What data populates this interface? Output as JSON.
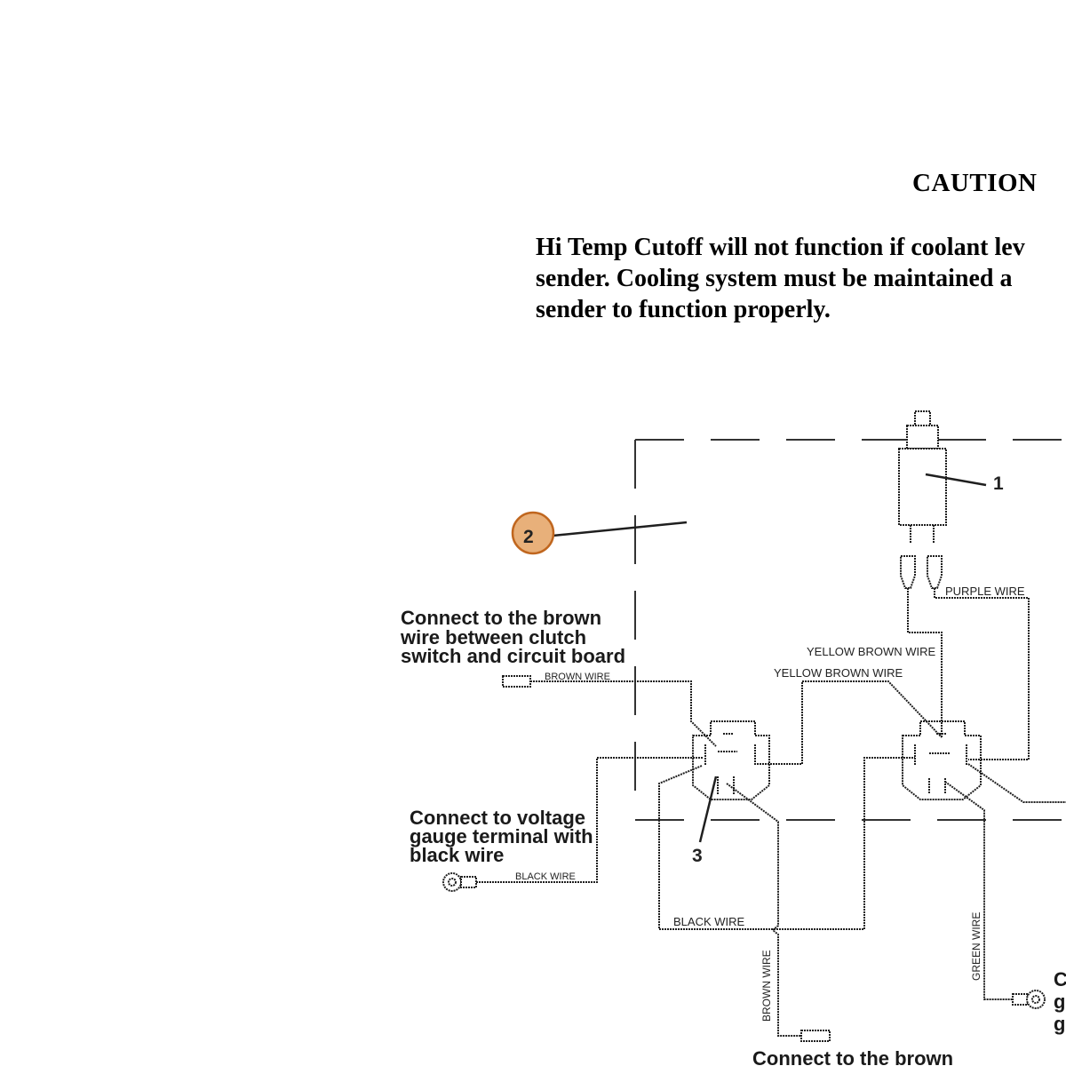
{
  "caution": {
    "title": "CAUTION",
    "lines": [
      "Hi Temp Cutoff will not function if coolant lev",
      "sender.  Cooling system must be maintained a",
      "sender to function properly."
    ]
  },
  "callouts": {
    "item_1": "1",
    "item_2": "2",
    "item_3": "3",
    "highlight_color": "#e8b07a",
    "highlight_border": "#c0661e"
  },
  "notes": {
    "brown_top": [
      "Connect to the brown",
      "wire between clutch",
      "switch and circuit board"
    ],
    "voltage": [
      "Connect to voltage",
      "gauge terminal with",
      "black wire"
    ],
    "brown_bottom": "Connect to the brown",
    "right_cut": [
      "C",
      "g",
      "g"
    ]
  },
  "wires": {
    "purple": "PURPLE WIRE",
    "yellow_brown_1": "YELLOW BROWN WIRE",
    "yellow_brown_2": "YELLOW BROWN WIRE",
    "brown_top": "BROWN WIRE",
    "black_left": "BLACK WIRE",
    "black_bottom": "BLACK WIRE",
    "brown_vertical": "BROWN WIRE",
    "green_vertical": "GREEN WIRE"
  }
}
